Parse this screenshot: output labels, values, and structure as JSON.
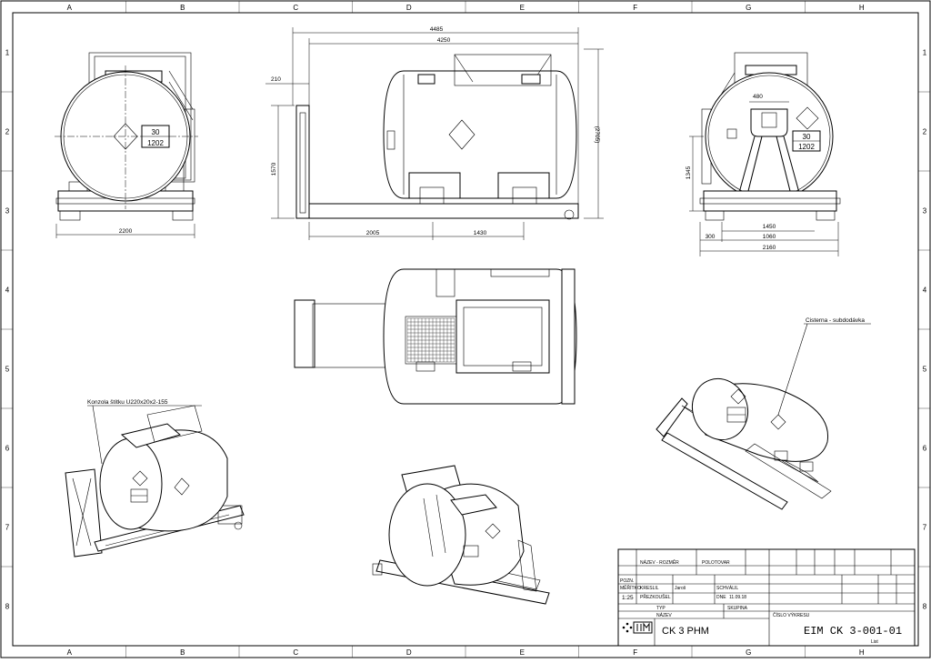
{
  "frame": {
    "col_letters": [
      "A",
      "B",
      "C",
      "D",
      "E",
      "F",
      "G",
      "H"
    ],
    "row_numbers": [
      "1",
      "2",
      "3",
      "4",
      "5",
      "6",
      "7",
      "8"
    ]
  },
  "dimensions": {
    "overall_length": "4485",
    "frame_length": "4250",
    "end_offset": "210",
    "height_overall": "(2705)",
    "tank_height": "1570",
    "axle_span_1": "2005",
    "axle_span_2": "1430",
    "front_width": "2200",
    "rear_height": "1345",
    "hatch_width": "480",
    "rear_offset": "300",
    "rear_span_1": "1060",
    "rear_span_2": "1450",
    "rear_width": "2160"
  },
  "placards": {
    "hazard_number": "30",
    "un_number": "1202",
    "rear_hazard_number": "30",
    "rear_un_number": "1202"
  },
  "callouts": {
    "tank": "Cisterna - subdodávka",
    "console": "Konzola štítku U220x20x2-155"
  },
  "title_block": {
    "h_nazev": "NÁZEV - ROZMĚR",
    "h_polotovar": "POLOTOVAR",
    "h_poz": "POZN.",
    "h_meritko": "MĚŘÍTKO",
    "meritko": "1:25",
    "h_kreslil": "KRESLIL",
    "kreslil": "Jaroš",
    "h_prezkousel": "PŘEZKOUŠEL",
    "h_schvalil": "SCHVÁLIL",
    "h_datum": "DNE",
    "datum": "11.09.18",
    "h_typ": "TYP",
    "h_skupina": "SKUPINA",
    "h_nazev2": "NÁZEV",
    "nazev": "CK 3 PHM",
    "h_cislo": "ČÍSLO VÝKRESU",
    "drawing_number": "EIM CK 3-001-01",
    "list": "List"
  }
}
